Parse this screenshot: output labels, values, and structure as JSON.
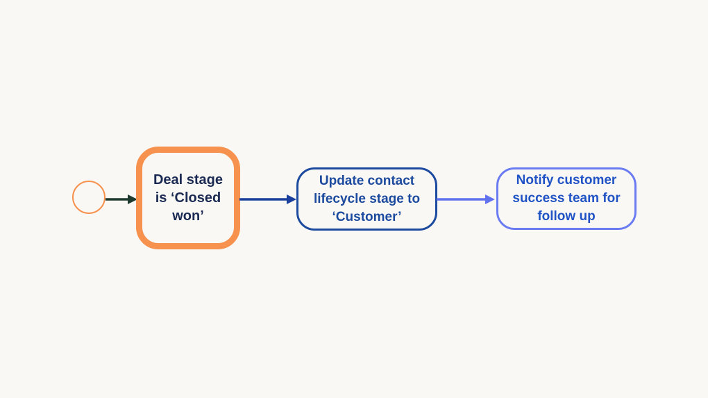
{
  "canvas": {
    "background_color": "#faf8f5"
  },
  "diagram": {
    "type": "flowchart",
    "direction": "left-to-right",
    "start": {
      "shape": "circle",
      "border_color": "#f6924e"
    },
    "nodes": [
      {
        "id": "deal-stage-closed-won",
        "lines": [
          "Deal stage",
          "is ‘Closed",
          "won’"
        ],
        "border_color": "#f6924e",
        "text_color": "#1b2a52",
        "border_weight": "thick"
      },
      {
        "id": "update-contact-lifecycle",
        "lines": [
          "Update contact",
          "lifecycle stage to",
          "‘Customer’"
        ],
        "border_color": "#1c4a9e",
        "text_color": "#1c4a9e",
        "border_weight": "thin"
      },
      {
        "id": "notify-customer-success",
        "lines": [
          "Notify customer",
          "success team for",
          "follow up"
        ],
        "border_color": "#6b7cf3",
        "text_color": "#2053c5",
        "border_weight": "thin"
      }
    ],
    "connectors": [
      {
        "from": "start-circle",
        "to": "deal-stage-closed-won",
        "color": "#1c3a2e",
        "style": "solid-arrow"
      },
      {
        "from": "deal-stage-closed-won",
        "to": "update-contact-lifecycle",
        "color": "#1b3f9c",
        "style": "solid-arrow"
      },
      {
        "from": "update-contact-lifecycle",
        "to": "notify-customer-success",
        "color": "#6072ee",
        "style": "solid-arrow"
      }
    ]
  }
}
